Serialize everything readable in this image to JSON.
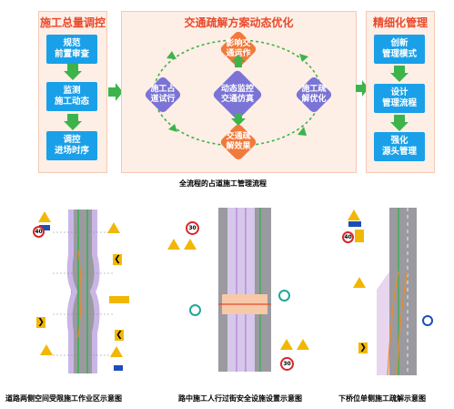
{
  "flow": {
    "left_panel": {
      "title": "施工总量调控",
      "boxes": [
        "规范\n前置审查",
        "监测\n施工动态",
        "调控\n进场时序"
      ]
    },
    "middle_panel": {
      "title": "交通疏解方案动态优化",
      "nodes": {
        "top": "影响交\n通运作",
        "left": "施工占\n道试行",
        "center": "动态监控\n交通仿真",
        "right": "施工疏\n解优化",
        "bottom": "交通疏\n解效果"
      }
    },
    "right_panel": {
      "title": "精细化管理",
      "boxes": [
        "创新\n管理模式",
        "设计\n管理流程",
        "强化\n源头管理"
      ]
    },
    "caption": "全流程的占道施工管理流程"
  },
  "diagrams": [
    {
      "caption": "道路两侧空间受限施工作业区示意图",
      "sign_text": "40"
    },
    {
      "caption": "路中施工人行过街安全设施设置示意图",
      "sign_top": "30",
      "sign_bottom": "30"
    },
    {
      "caption": "下桥位单侧施工疏解示意图",
      "sign_text": "40"
    }
  ],
  "colors": {
    "title_red": "#e8492a",
    "box_blue": "#1aa0e8",
    "diamond_purple": "#7b74d6",
    "diamond_orange": "#f07a3c",
    "arrow_green": "#3cb44b"
  }
}
